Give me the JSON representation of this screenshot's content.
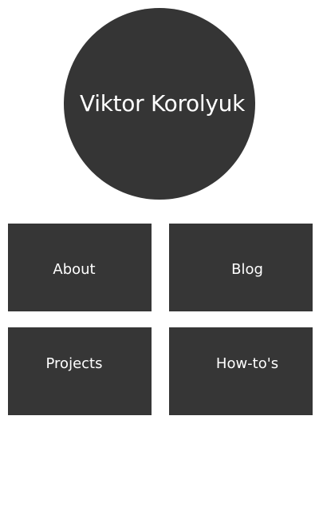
{
  "header": {
    "name": "Viktor Korolyuk"
  },
  "nav": {
    "about": "About",
    "blog": "Blog",
    "projects": "Projects",
    "howtos": "How-to's"
  },
  "colors": {
    "background": "#ffffff",
    "tile": "#363636",
    "text": "#ffffff"
  }
}
